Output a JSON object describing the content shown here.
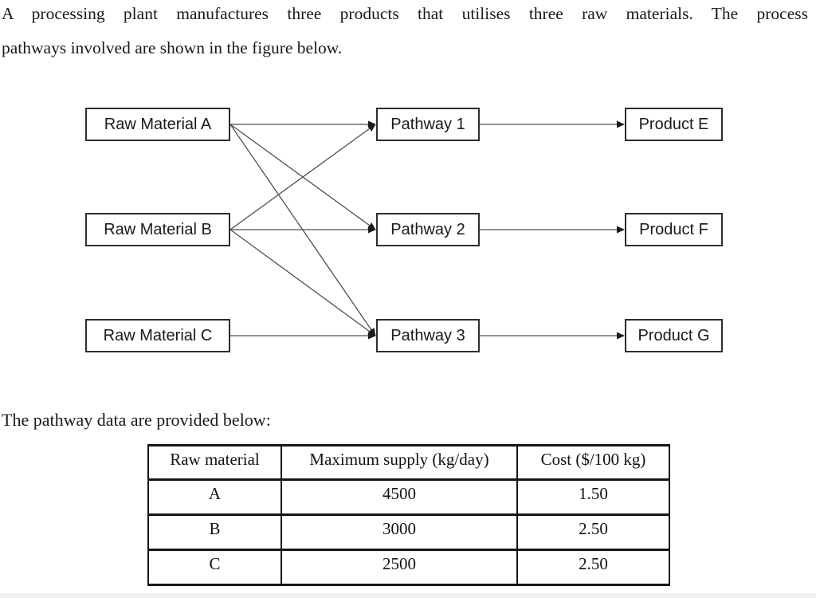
{
  "intro": {
    "lines": [
      "A processing plant manufactures three products that utilises three raw materials. The process",
      "pathways involved are shown in the figure below."
    ]
  },
  "diagram": {
    "nodes": {
      "raw_a": {
        "label": "Raw Material A"
      },
      "raw_b": {
        "label": "Raw Material B"
      },
      "raw_c": {
        "label": "Raw Material C"
      },
      "pathway_1": {
        "label": "Pathway 1"
      },
      "pathway_2": {
        "label": "Pathway 2"
      },
      "pathway_3": {
        "label": "Pathway 3"
      },
      "product_e": {
        "label": "Product E"
      },
      "product_f": {
        "label": "Product F"
      },
      "product_g": {
        "label": "Product G"
      }
    },
    "edges": [
      {
        "from": "raw_a",
        "to": "pathway_1"
      },
      {
        "from": "raw_a",
        "to": "pathway_2"
      },
      {
        "from": "raw_a",
        "to": "pathway_3"
      },
      {
        "from": "raw_b",
        "to": "pathway_1"
      },
      {
        "from": "raw_b",
        "to": "pathway_2"
      },
      {
        "from": "raw_b",
        "to": "pathway_3"
      },
      {
        "from": "raw_c",
        "to": "pathway_3"
      },
      {
        "from": "pathway_1",
        "to": "product_e"
      },
      {
        "from": "pathway_2",
        "to": "product_f"
      },
      {
        "from": "pathway_3",
        "to": "product_g"
      }
    ],
    "line_color": "#4f4f4f",
    "arrow_color": "#1b1b1b"
  },
  "table_intro": "The pathway data are provided below:",
  "table": {
    "headers": [
      "Raw material",
      "Maximum supply (kg/day)",
      "Cost ($/100 kg)"
    ],
    "rows": [
      {
        "material": "A",
        "max_supply": "4500",
        "cost": "1.50"
      },
      {
        "material": "B",
        "max_supply": "3000",
        "cost": "2.50"
      },
      {
        "material": "C",
        "max_supply": "2500",
        "cost": "2.50"
      }
    ]
  }
}
